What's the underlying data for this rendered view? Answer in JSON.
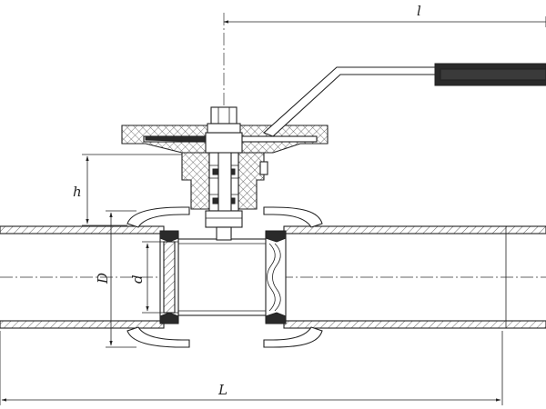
{
  "dimensions": {
    "overall_handle_length": "l",
    "overall_length": "L",
    "height": "h",
    "outer_diameter": "D",
    "bore_diameter": "d"
  }
}
